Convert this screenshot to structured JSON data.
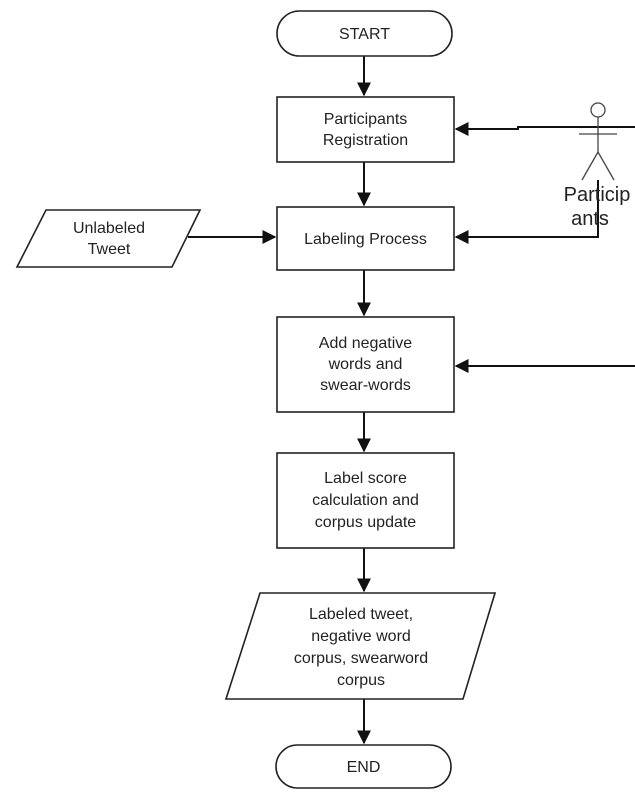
{
  "diagram": {
    "start": "START",
    "registration": [
      "Participants",
      "Registration"
    ],
    "labeling": "Labeling Process",
    "add_words": [
      "Add negative",
      "words and",
      "swear-words"
    ],
    "score": [
      "Label score",
      "calculation and",
      "corpus update"
    ],
    "output": [
      "Labeled tweet,",
      "negative word",
      "corpus, swearword",
      "corpus"
    ],
    "end": "END",
    "input": [
      "Unlabeled",
      "Tweet"
    ],
    "actor": [
      "Particip",
      "ants"
    ]
  }
}
